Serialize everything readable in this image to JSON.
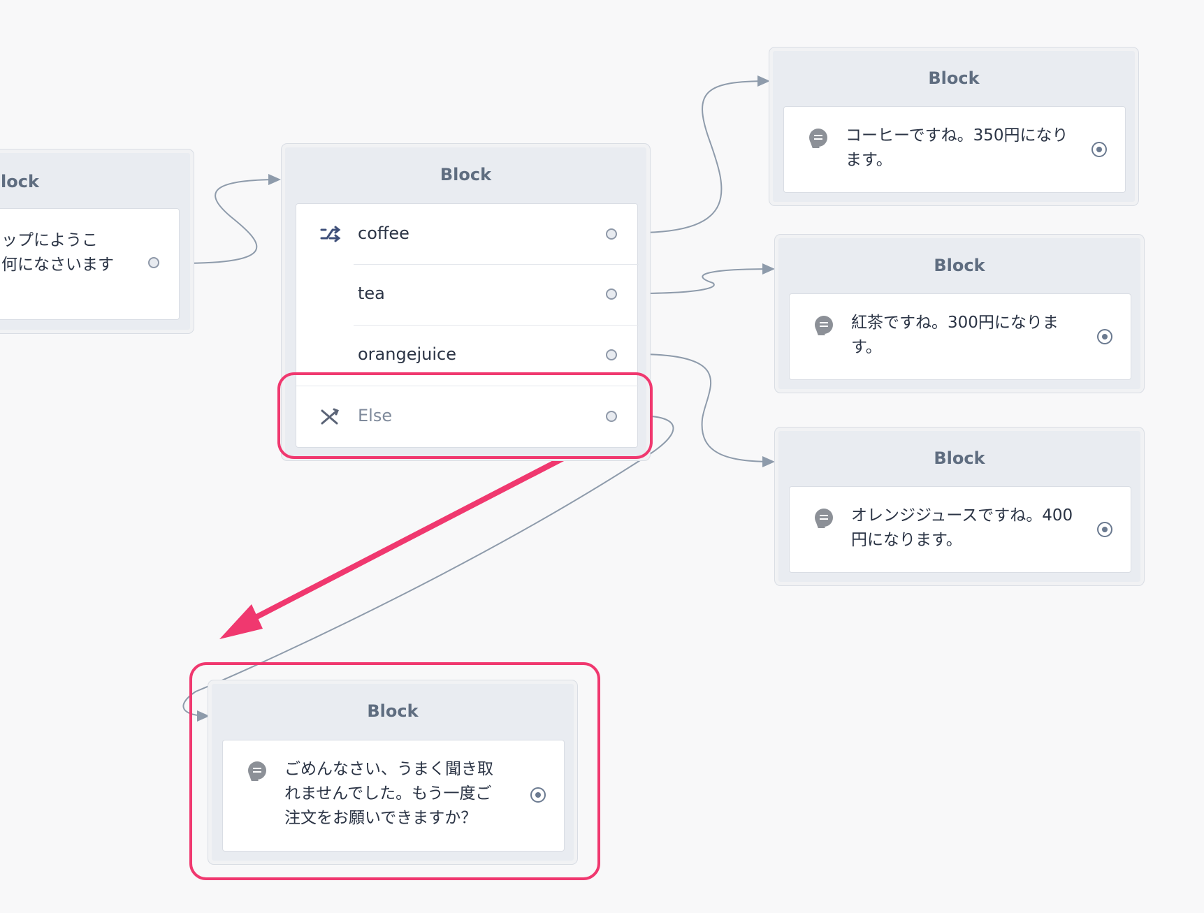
{
  "block_title": "Block",
  "start_block": {
    "title": "lock",
    "message_line1": "ップにようこ",
    "message_line2": "何になさいます"
  },
  "choice_block": {
    "title": "Block",
    "options": [
      {
        "label": "coffee",
        "icon": "shuffle-icon"
      },
      {
        "label": "tea",
        "icon": ""
      },
      {
        "label": "orangejuice",
        "icon": ""
      }
    ],
    "else_label": "Else",
    "else_icon": "crossed-shuffle-icon"
  },
  "coffee_block": {
    "title": "Block",
    "message_line1": "コーヒーですね。350円になり",
    "message_line2": "ます。"
  },
  "tea_block": {
    "title": "Block",
    "message_line1": "紅茶ですね。300円になりま",
    "message_line2": "す。"
  },
  "orange_block": {
    "title": "Block",
    "message_line1": "オレンジジュースですね。400",
    "message_line2": "円になります。"
  },
  "else_block": {
    "title": "Block",
    "message_line1": "ごめんなさい、うまく聞き取",
    "message_line2": "れませんでした。もう一度ご",
    "message_line3": "注文をお願いできますか？"
  },
  "colors": {
    "connector": "#8e9bab",
    "highlight": "#f0386f",
    "canvas_bg": "#f8f8f9",
    "block_bg": "#e9ecf1"
  },
  "icons": {
    "message": "message-bubble-icon",
    "output_port": "port-circle-icon",
    "terminal_port": "target-dot-icon"
  }
}
